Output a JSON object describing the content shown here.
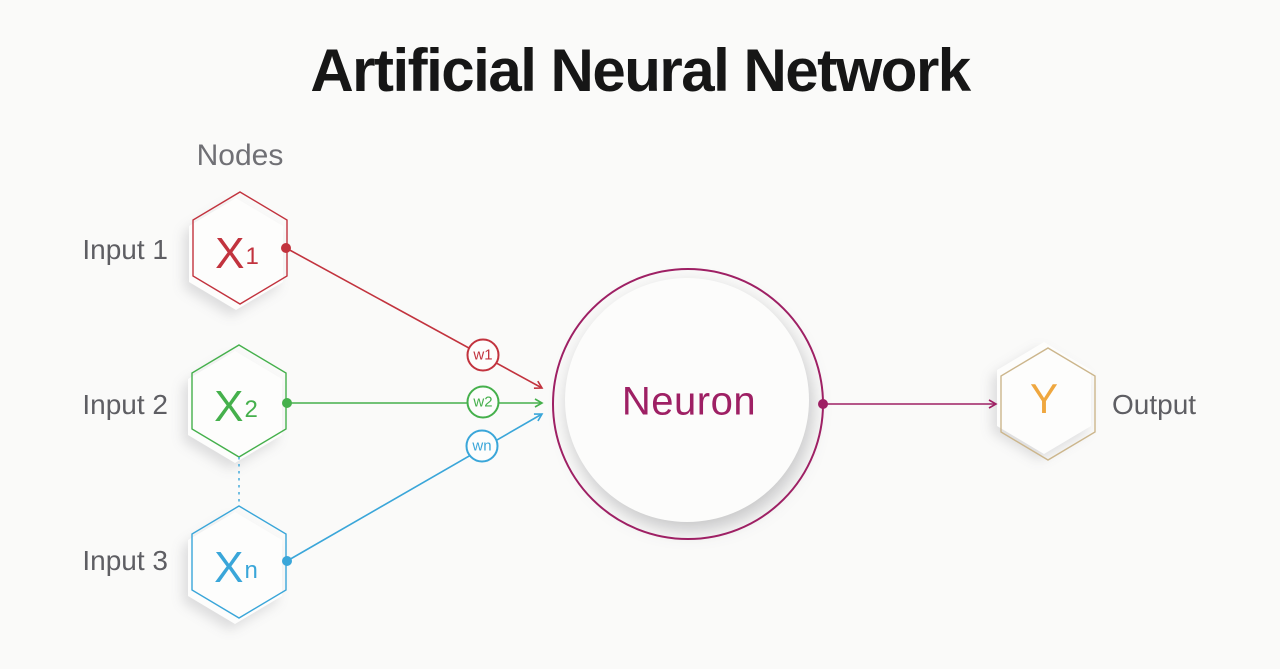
{
  "title": "Artificial Neural Network",
  "nodes_label": "Nodes",
  "inputs": [
    {
      "label": "Input 1",
      "symbol": "X",
      "subscript": "1",
      "color": "#c2333e"
    },
    {
      "label": "Input 2",
      "symbol": "X",
      "subscript": "2",
      "color": "#45b04c"
    },
    {
      "label": "Input 3",
      "symbol": "X",
      "subscript": "n",
      "color": "#3aa6d9"
    }
  ],
  "weights": [
    {
      "label": "w1",
      "color": "#c2333e"
    },
    {
      "label": "w2",
      "color": "#45b04c"
    },
    {
      "label": "wn",
      "color": "#3aa6d9"
    }
  ],
  "neuron": {
    "label": "Neuron",
    "color": "#9e2064"
  },
  "output": {
    "label": "Output",
    "symbol": "Y",
    "symbol_color": "#efa73f",
    "outline_color": "#ccb68c",
    "arrow_color": "#9e2064"
  },
  "background": "#fafaf9"
}
